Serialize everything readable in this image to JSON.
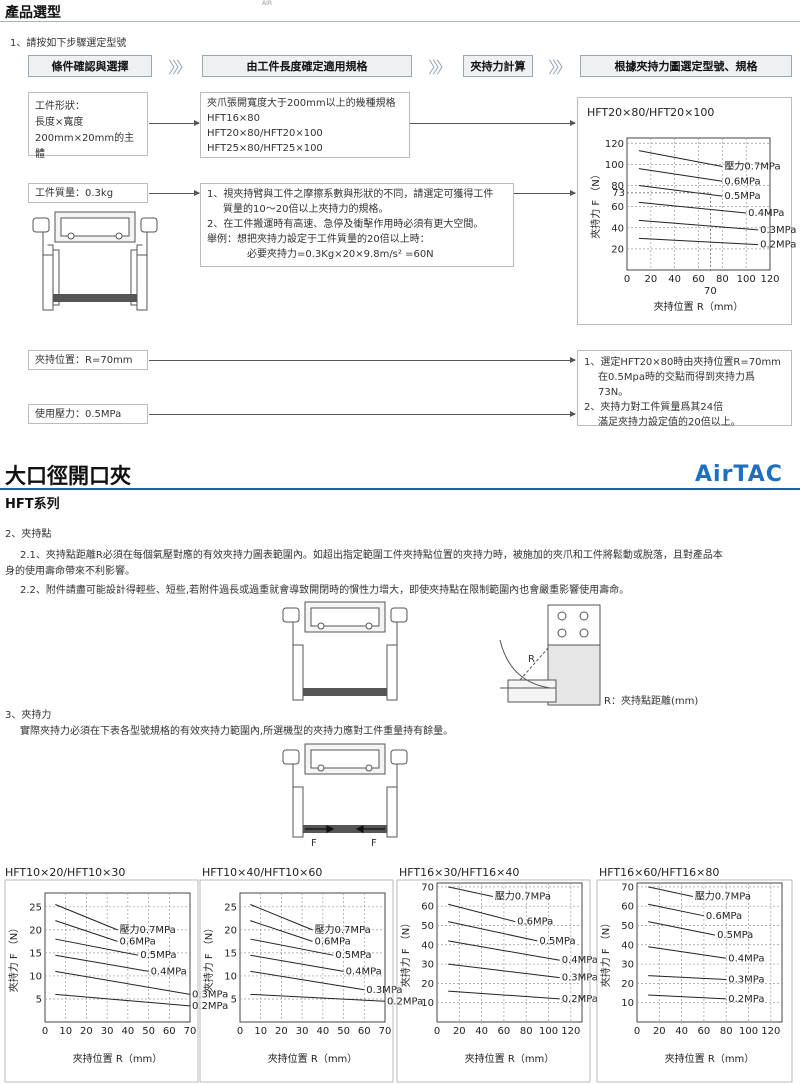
{
  "header": {
    "title": "產品選型",
    "corner_mark": "AIR"
  },
  "steps_intro": "1、請按如下步驟選定型號",
  "steps": [
    "條件確認與選擇",
    "由工件長度確定適用規格",
    "夾持力計算",
    "根據夾持力圖選定型號、規格"
  ],
  "conditions": {
    "shape_lines": [
      "工件形狀：",
      "長度×寬度",
      "200mm×20mm的主體"
    ],
    "mass": "工件質量：0.3kg",
    "position": "夾持位置：R=70mm",
    "pressure": "使用壓力：0.5MPa"
  },
  "spec_box": [
    "夾爪張開寬度大于200mm以上的幾種規格",
    "HFT16×80",
    "HFT20×80/HFT20×100",
    "HFT25×80/HFT25×100"
  ],
  "calc_box": [
    "1、視夾持臂與工件之摩擦系數與形狀的不同，請選定可獲得工件",
    "質量的10～20倍以上夾持力的規格。",
    "2、在工件搬運時有高速、急停及衝擊作用時必須有更大空間。",
    "舉例：想把夾持力設定于工件質量的20倍以上時：",
    "必要夾持力=0.3Kg×20×9.8m/s² =60N"
  ],
  "result_box": [
    "1、選定HFT20×80時由夾持位置R=70mm",
    "在0.5Mpa時的交點而得到夾持力爲73N。",
    "2、夾持力對工件質量爲其24倍",
    "滿足夾持力設定值的20倍以上。"
  ],
  "section2": {
    "title": "大口徑開口夾",
    "subtitle": "HFT系列",
    "logo": "AirTAC",
    "point_heading": "2、夾持點",
    "point_p1_line1": "2.1、夾持點距離R必須在每個氣壓對應的有效夾持力圖表範圍內。如超出指定範圍工件夾持點位置的夾持力時，被施加的夾爪和工件將鬆動或脫落，且對產品本",
    "point_p1_line2": "身的使用壽命帶來不利影響。",
    "point_p2": "2.2、附件請盡可能設計得輕些、短些,若附件過長或過重就會導致開閉時的慣性力增大，即使夾持點在限制範圍內也會嚴重影響使用壽命。",
    "r_caption": "R：夾持點距離(mm)",
    "r_label": "R",
    "force_heading": "3、夾持力",
    "force_text": "實際夾持力必須在下表各型號規格的有效夾持力範圍內,所選機型的夾持力應對工件重量持有餘量。",
    "force_label": "F"
  },
  "chart_data": [
    {
      "type": "line",
      "title": "HFT20×80/HFT20×100",
      "xlabel": "夾持位置 R（mm）",
      "ylabel": "夾持力 F （N）",
      "xlim": [
        0,
        120
      ],
      "ylim": [
        0,
        125
      ],
      "xticks": [
        "0",
        "20",
        "40",
        "60",
        "80",
        "100",
        "120"
      ],
      "yticks": [
        "20",
        "40",
        "60",
        "80",
        "100",
        "120"
      ],
      "grid": true,
      "annotations": [
        "73",
        "70"
      ],
      "series": [
        {
          "name": "壓力0.7MPa",
          "x": [
            10,
            80
          ],
          "y": [
            113,
            98
          ]
        },
        {
          "name": "0.6MPa",
          "x": [
            10,
            80
          ],
          "y": [
            96,
            84
          ]
        },
        {
          "name": "0.5MPa",
          "x": [
            10,
            80
          ],
          "y": [
            80,
            70
          ]
        },
        {
          "name": "0.4MPa",
          "x": [
            10,
            100
          ],
          "y": [
            64,
            54
          ]
        },
        {
          "name": "0.3MPa",
          "x": [
            10,
            110
          ],
          "y": [
            47,
            38
          ]
        },
        {
          "name": "0.2MPa",
          "x": [
            10,
            110
          ],
          "y": [
            30,
            24
          ]
        }
      ]
    },
    {
      "type": "line",
      "title": "HFT10×20/HFT10×30",
      "xlabel": "夾持位置 R（mm）",
      "ylabel": "夾持力 F （N）",
      "xlim": [
        0,
        70
      ],
      "ylim": [
        0,
        28
      ],
      "xticks": [
        "0",
        "10",
        "20",
        "30",
        "40",
        "50",
        "60",
        "70"
      ],
      "yticks": [
        "5",
        "10",
        "15",
        "20",
        "25"
      ],
      "grid": true,
      "series": [
        {
          "name": "壓力0.7MPa",
          "x": [
            5,
            35
          ],
          "y": [
            25.5,
            20
          ]
        },
        {
          "name": "0.6MPa",
          "x": [
            5,
            35
          ],
          "y": [
            22,
            17.5
          ]
        },
        {
          "name": "0.5MPa",
          "x": [
            5,
            45
          ],
          "y": [
            18,
            14.5
          ]
        },
        {
          "name": "0.4MPa",
          "x": [
            5,
            50
          ],
          "y": [
            14.5,
            11
          ]
        },
        {
          "name": "0.3MPa",
          "x": [
            5,
            70
          ],
          "y": [
            11,
            6
          ]
        },
        {
          "name": "0.2MPa",
          "x": [
            5,
            70
          ],
          "y": [
            6,
            3.5
          ]
        }
      ]
    },
    {
      "type": "line",
      "title": "HFT10×40/HFT10×60",
      "xlabel": "夾持位置 R（mm）",
      "ylabel": "夾持力 F （N）",
      "xlim": [
        0,
        70
      ],
      "ylim": [
        0,
        28
      ],
      "xticks": [
        "0",
        "10",
        "20",
        "30",
        "40",
        "50",
        "60",
        "70"
      ],
      "yticks": [
        "5",
        "10",
        "15",
        "20",
        "25"
      ],
      "grid": true,
      "series": [
        {
          "name": "壓力0.7MPa",
          "x": [
            5,
            35
          ],
          "y": [
            25.5,
            20
          ]
        },
        {
          "name": "0.6MPa",
          "x": [
            5,
            35
          ],
          "y": [
            22,
            17.5
          ]
        },
        {
          "name": "0.5MPa",
          "x": [
            5,
            45
          ],
          "y": [
            18,
            14.5
          ]
        },
        {
          "name": "0.4MPa",
          "x": [
            5,
            50
          ],
          "y": [
            14.5,
            11
          ]
        },
        {
          "name": "0.3MPa",
          "x": [
            5,
            60
          ],
          "y": [
            11,
            7
          ]
        },
        {
          "name": "0.2MPa",
          "x": [
            5,
            70
          ],
          "y": [
            6,
            4.5
          ]
        }
      ]
    },
    {
      "type": "line",
      "title": "HFT16×30/HFT16×40",
      "xlabel": "夾持位置 R（mm）",
      "ylabel": "夾持力 F （N）",
      "xlim": [
        0,
        130
      ],
      "ylim": [
        0,
        72
      ],
      "xticks": [
        "0",
        "20",
        "40",
        "60",
        "80",
        "100",
        "120"
      ],
      "yticks": [
        "10",
        "20",
        "30",
        "40",
        "50",
        "60",
        "70"
      ],
      "grid": true,
      "series": [
        {
          "name": "壓力0.7MPa",
          "x": [
            10,
            50
          ],
          "y": [
            70,
            65
          ]
        },
        {
          "name": "0.6MPa",
          "x": [
            10,
            70
          ],
          "y": [
            61,
            52
          ]
        },
        {
          "name": "0.5MPa",
          "x": [
            10,
            90
          ],
          "y": [
            52,
            42
          ]
        },
        {
          "name": "0.4MPa",
          "x": [
            10,
            110
          ],
          "y": [
            42,
            32
          ]
        },
        {
          "name": "0.3MPa",
          "x": [
            10,
            110
          ],
          "y": [
            30,
            23
          ]
        },
        {
          "name": "0.2MPa",
          "x": [
            10,
            110
          ],
          "y": [
            16,
            12
          ]
        }
      ]
    },
    {
      "type": "line",
      "title": "HFT16×60/HFT16×80",
      "xlabel": "夾持位置 R（mm）",
      "ylabel": "夾持力 F （N）",
      "xlim": [
        0,
        130
      ],
      "ylim": [
        0,
        72
      ],
      "xticks": [
        "0",
        "20",
        "40",
        "60",
        "80",
        "100",
        "120"
      ],
      "yticks": [
        "10",
        "20",
        "30",
        "40",
        "50",
        "60",
        "70"
      ],
      "grid": true,
      "series": [
        {
          "name": "壓力0.7MPa",
          "x": [
            10,
            50
          ],
          "y": [
            70,
            65
          ]
        },
        {
          "name": "0.6MPa",
          "x": [
            10,
            60
          ],
          "y": [
            61,
            55
          ]
        },
        {
          "name": "0.5MPa",
          "x": [
            10,
            70
          ],
          "y": [
            52,
            45
          ]
        },
        {
          "name": "0.4MPa",
          "x": [
            10,
            80
          ],
          "y": [
            39,
            33
          ]
        },
        {
          "name": "0.3MPa",
          "x": [
            10,
            80
          ],
          "y": [
            24,
            22
          ]
        },
        {
          "name": "0.2MPa",
          "x": [
            10,
            80
          ],
          "y": [
            14,
            12
          ]
        }
      ]
    }
  ]
}
